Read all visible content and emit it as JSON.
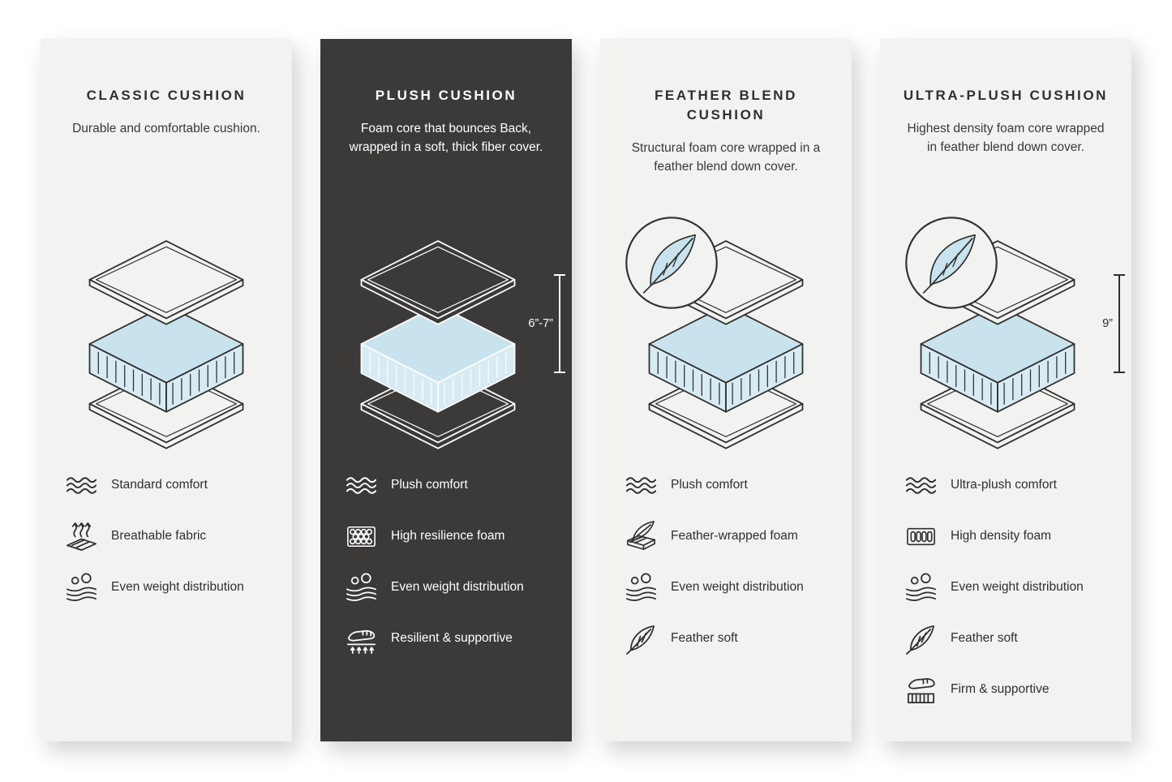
{
  "page": {
    "background": "#ffffff"
  },
  "colors": {
    "card_light_bg": "#f2f2f0",
    "card_dark_bg": "#3b3a38",
    "ink_dark": "#2f2f2e",
    "ink_light": "#ffffff",
    "foam_blue": "#c9e3ee"
  },
  "cards": [
    {
      "id": "classic",
      "theme": "light",
      "title": "CLASSIC CUSHION",
      "description": "Durable and comfortable cushion.",
      "diagram": {
        "type": "layered-cushion",
        "feather_badge": false,
        "measurement": ""
      },
      "features": [
        {
          "icon": "wave-icon",
          "label": "Standard comfort"
        },
        {
          "icon": "breathable-fabric-icon",
          "label": "Breathable fabric"
        },
        {
          "icon": "weight-distribution-icon",
          "label": "Even weight distribution"
        }
      ]
    },
    {
      "id": "plush",
      "theme": "dark",
      "title": "PLUSH CUSHION",
      "description": "Foam core that bounces Back, wrapped in a soft, thick fiber cover.",
      "diagram": {
        "type": "layered-cushion",
        "feather_badge": false,
        "measurement": "6”-7”"
      },
      "features": [
        {
          "icon": "wave-icon",
          "label": "Plush comfort"
        },
        {
          "icon": "honeycomb-foam-icon",
          "label": "High resilience foam"
        },
        {
          "icon": "weight-distribution-icon",
          "label": "Even weight distribution"
        },
        {
          "icon": "resilient-supportive-icon",
          "label": "Resilient & supportive"
        }
      ]
    },
    {
      "id": "feather-blend",
      "theme": "light",
      "title": "FEATHER BLEND CUSHION",
      "description": "Structural foam core wrapped in a feather blend down cover.",
      "diagram": {
        "type": "layered-cushion",
        "feather_badge": true,
        "measurement": ""
      },
      "features": [
        {
          "icon": "wave-icon",
          "label": "Plush comfort"
        },
        {
          "icon": "feather-wrapped-foam-icon",
          "label": "Feather-wrapped foam"
        },
        {
          "icon": "weight-distribution-icon",
          "label": "Even weight distribution"
        },
        {
          "icon": "feather-icon",
          "label": "Feather soft"
        }
      ]
    },
    {
      "id": "ultra-plush",
      "theme": "light",
      "title": "ULTRA-PLUSH CUSHION",
      "description": "Highest density foam core wrapped in feather blend down cover.",
      "diagram": {
        "type": "layered-cushion",
        "feather_badge": true,
        "measurement": "9”"
      },
      "features": [
        {
          "icon": "wave-icon",
          "label": "Ultra-plush comfort"
        },
        {
          "icon": "high-density-foam-icon",
          "label": "High density foam"
        },
        {
          "icon": "weight-distribution-icon",
          "label": "Even weight distribution"
        },
        {
          "icon": "feather-icon",
          "label": "Feather soft"
        },
        {
          "icon": "firm-supportive-icon",
          "label": "Firm & supportive"
        }
      ]
    }
  ]
}
